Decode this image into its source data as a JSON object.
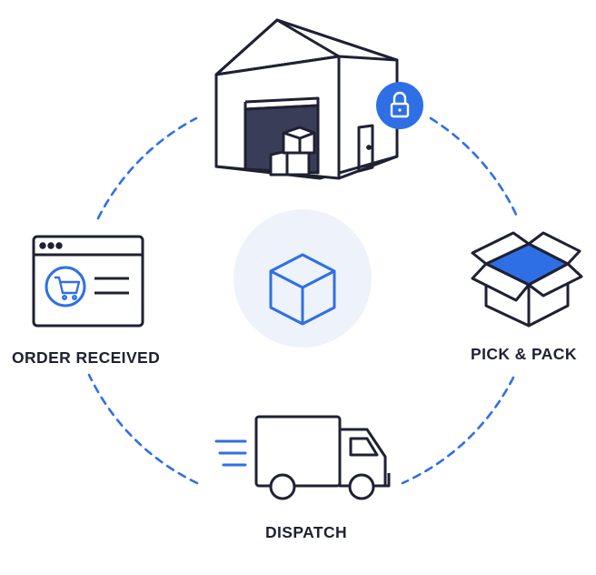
{
  "colors": {
    "accent": "#2f6fe6",
    "ink": "#1f2133",
    "center_circle": "#eef2fb",
    "door_dark": "#3a3d57"
  },
  "stages": [
    {
      "id": "warehouse",
      "label": "",
      "icon": "warehouse-icon",
      "badge_icon": "lock-icon"
    },
    {
      "id": "pick-pack",
      "label": "PICK & PACK",
      "icon": "open-box-icon"
    },
    {
      "id": "dispatch",
      "label": "DISPATCH",
      "icon": "delivery-truck-icon"
    },
    {
      "id": "order-received",
      "label": "ORDER RECEIVED",
      "icon": "browser-cart-icon"
    }
  ],
  "center": {
    "icon": "cube-icon"
  },
  "connector": {
    "style": "dashed-circle",
    "icon": "cycle-arrows"
  }
}
